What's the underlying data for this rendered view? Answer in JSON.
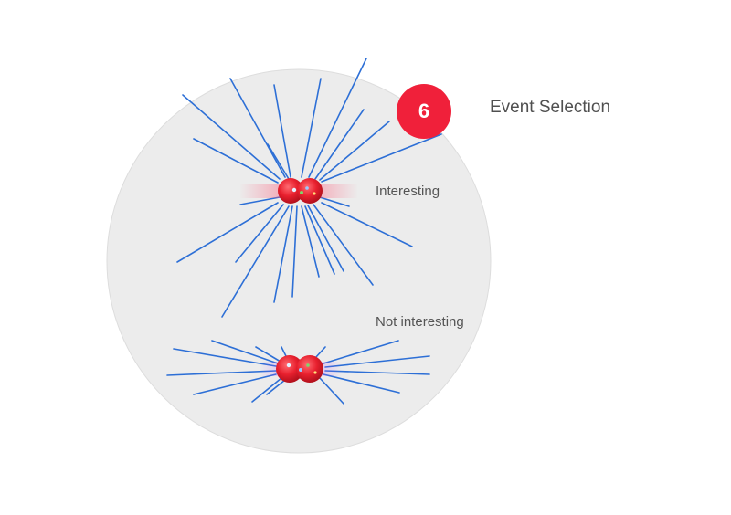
{
  "title": "Event Selection",
  "step_badge": {
    "number": "6"
  },
  "events": [
    {
      "label": "Interesting",
      "track_count": 22
    },
    {
      "label": "Not interesting",
      "track_count": 14
    }
  ],
  "colors": {
    "track": "#2d6fd6",
    "collision_region": "#ececec",
    "badge": "#f0203a",
    "nucleus": "#e8202e"
  }
}
